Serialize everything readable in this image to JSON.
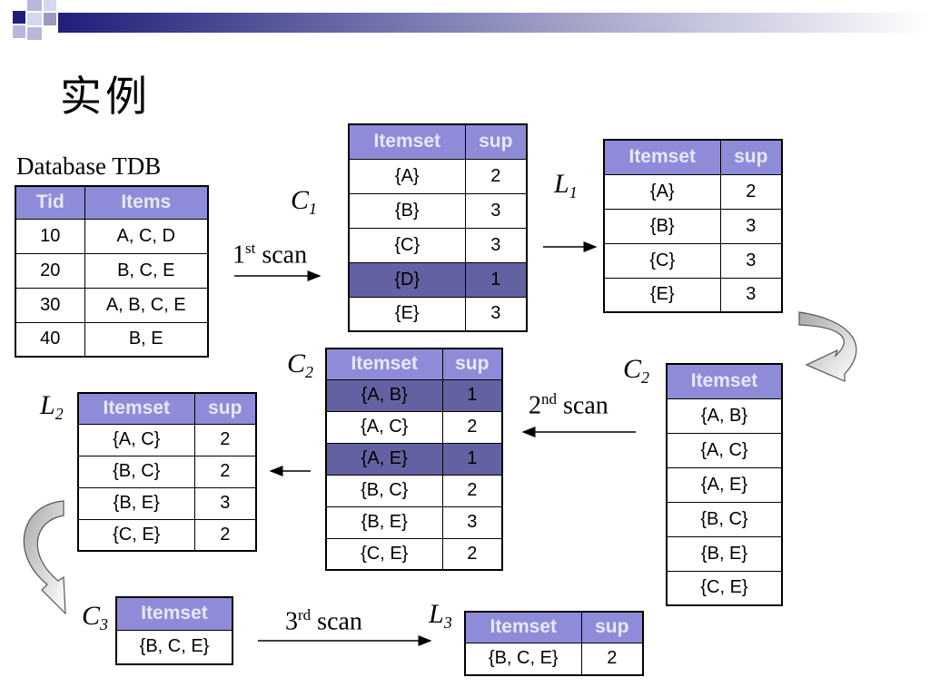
{
  "heading": "实例",
  "tdb": {
    "title": "Database TDB",
    "headers": [
      "Tid",
      "Items"
    ],
    "rows": [
      [
        "10",
        "A, C, D"
      ],
      [
        "20",
        "B, C, E"
      ],
      [
        "30",
        "A, B, C, E"
      ],
      [
        "40",
        "B, E"
      ]
    ]
  },
  "c1": {
    "label": "C",
    "sub": "1",
    "headers": [
      "Itemset",
      "sup"
    ],
    "rows": [
      [
        "{A}",
        "2"
      ],
      [
        "{B}",
        "3"
      ],
      [
        "{C}",
        "3"
      ],
      [
        "{D}",
        "1"
      ],
      [
        "{E}",
        "3"
      ]
    ]
  },
  "l1": {
    "label": "L",
    "sub": "1",
    "headers": [
      "Itemset",
      "sup"
    ],
    "rows": [
      [
        "{A}",
        "2"
      ],
      [
        "{B}",
        "3"
      ],
      [
        "{C}",
        "3"
      ],
      [
        "{E}",
        "3"
      ]
    ]
  },
  "c2_right": {
    "label": "C",
    "sub": "2",
    "headers": [
      "Itemset"
    ],
    "rows": [
      [
        "{A, B}"
      ],
      [
        "{A, C}"
      ],
      [
        "{A, E}"
      ],
      [
        "{B, C}"
      ],
      [
        "{B, E}"
      ],
      [
        "{C, E}"
      ]
    ]
  },
  "c2_mid": {
    "label": "C",
    "sub": "2",
    "headers": [
      "Itemset",
      "sup"
    ],
    "rows": [
      [
        "{A, B}",
        "1"
      ],
      [
        "{A, C}",
        "2"
      ],
      [
        "{A, E}",
        "1"
      ],
      [
        "{B, C}",
        "2"
      ],
      [
        "{B, E}",
        "3"
      ],
      [
        "{C, E}",
        "2"
      ]
    ]
  },
  "l2": {
    "label": "L",
    "sub": "2",
    "headers": [
      "Itemset",
      "sup"
    ],
    "rows": [
      [
        "{A, C}",
        "2"
      ],
      [
        "{B, C}",
        "2"
      ],
      [
        "{B, E}",
        "3"
      ],
      [
        "{C, E}",
        "2"
      ]
    ]
  },
  "c3": {
    "label": "C",
    "sub": "3",
    "headers": [
      "Itemset"
    ],
    "rows": [
      [
        "{B, C, E}"
      ]
    ]
  },
  "l3": {
    "label": "L",
    "sub": "3",
    "headers": [
      "Itemset",
      "sup"
    ],
    "rows": [
      [
        "{B, C, E}",
        "2"
      ]
    ]
  },
  "scans": {
    "first": {
      "num": "1",
      "sup": "st",
      "word": " scan"
    },
    "second": {
      "num": "2",
      "sup": "nd",
      "word": " scan"
    },
    "third": {
      "num": "3",
      "sup": "rd",
      "word": " scan"
    }
  },
  "colors": {
    "header_bg": "#8e8cd8",
    "highlight_bg": "#6461a2",
    "deco_dark": "#1f1f7a"
  }
}
